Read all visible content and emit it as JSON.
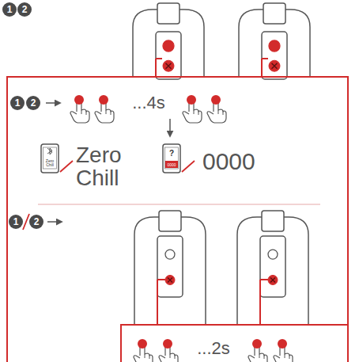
{
  "diagram": {
    "nodes": [
      {
        "text": [
          "1"
        ]
      },
      {
        "text": [
          "2"
        ]
      },
      {
        "text": [
          "1"
        ]
      },
      {
        "text": [
          "2"
        ]
      },
      {
        "text": [
          "1"
        ]
      },
      {
        "text": [
          "2"
        ]
      }
    ],
    "labels": [
      "...4s",
      "Zero Chill",
      "Zero Chill",
      "?",
      "0000",
      "0000",
      "...2s"
    ]
  }
}
